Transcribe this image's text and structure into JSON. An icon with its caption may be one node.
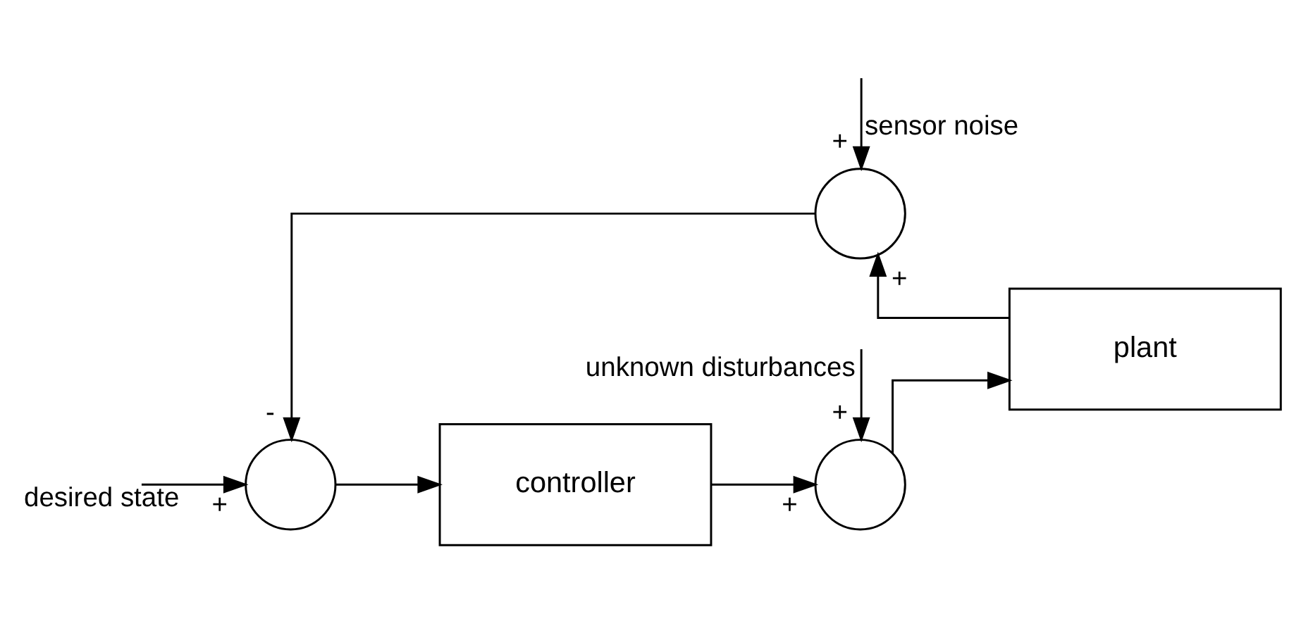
{
  "diagram": {
    "nodes": [
      {
        "text": [],
        "shape": "circle",
        "beside": [
          "+",
          "-"
        ]
      },
      {
        "text": [
          "controller"
        ]
      },
      {
        "text": [],
        "shape": "circle",
        "beside": [
          "+",
          "+"
        ]
      },
      {
        "text": [
          "plant"
        ]
      },
      {
        "text": [],
        "shape": "circle",
        "beside": [
          "+",
          "+"
        ]
      }
    ],
    "edges": [
      {
        "from": null,
        "to": 0,
        "arrow": "to",
        "label": "desired state"
      },
      {
        "from": 0,
        "to": 1,
        "arrow": "to"
      },
      {
        "from": 1,
        "to": 2,
        "arrow": "to"
      },
      {
        "from": null,
        "to": 2,
        "arrow": "to",
        "label": "unknown disturbances"
      },
      {
        "from": 2,
        "to": 3,
        "arrow": "to"
      },
      {
        "from": 3,
        "to": 4,
        "arrow": "to"
      },
      {
        "from": null,
        "to": 4,
        "arrow": "to",
        "label": "sensor noise"
      },
      {
        "from": 4,
        "to": 0,
        "arrow": "to"
      }
    ]
  }
}
